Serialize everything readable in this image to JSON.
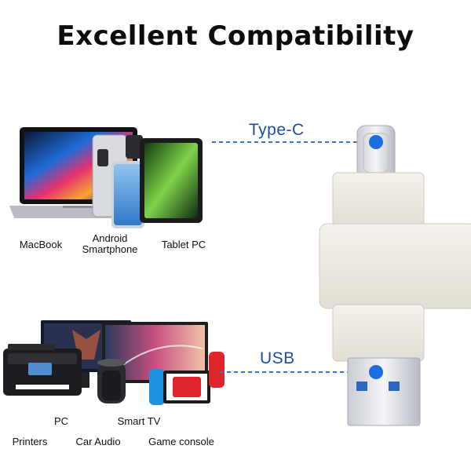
{
  "title": "Excellent Compatibility",
  "connectors": {
    "top": {
      "label": "Type-C",
      "icon": "usb-c-connector-icon"
    },
    "bottom": {
      "label": "USB",
      "icon": "usb-a-connector-icon"
    }
  },
  "devices_top": [
    {
      "label": "MacBook",
      "icon": "laptop-icon"
    },
    {
      "label": "Android\nSmartphone",
      "icon": "smartphone-icon"
    },
    {
      "label": "Tablet PC",
      "icon": "tablet-icon"
    }
  ],
  "devices_bottom": [
    {
      "label": "PC",
      "icon": "monitor-icon"
    },
    {
      "label": "Smart TV",
      "icon": "tv-icon"
    },
    {
      "label": "Printers",
      "icon": "printer-icon"
    },
    {
      "label": "Car Audio",
      "icon": "speaker-icon"
    },
    {
      "label": "Game console",
      "icon": "game-console-icon"
    }
  ],
  "colors": {
    "accent_blue": "#1f4e9c",
    "dash_blue": "#3a73c2",
    "dot_blue": "#1c6ee0",
    "drive_body": "#ece9e0"
  }
}
